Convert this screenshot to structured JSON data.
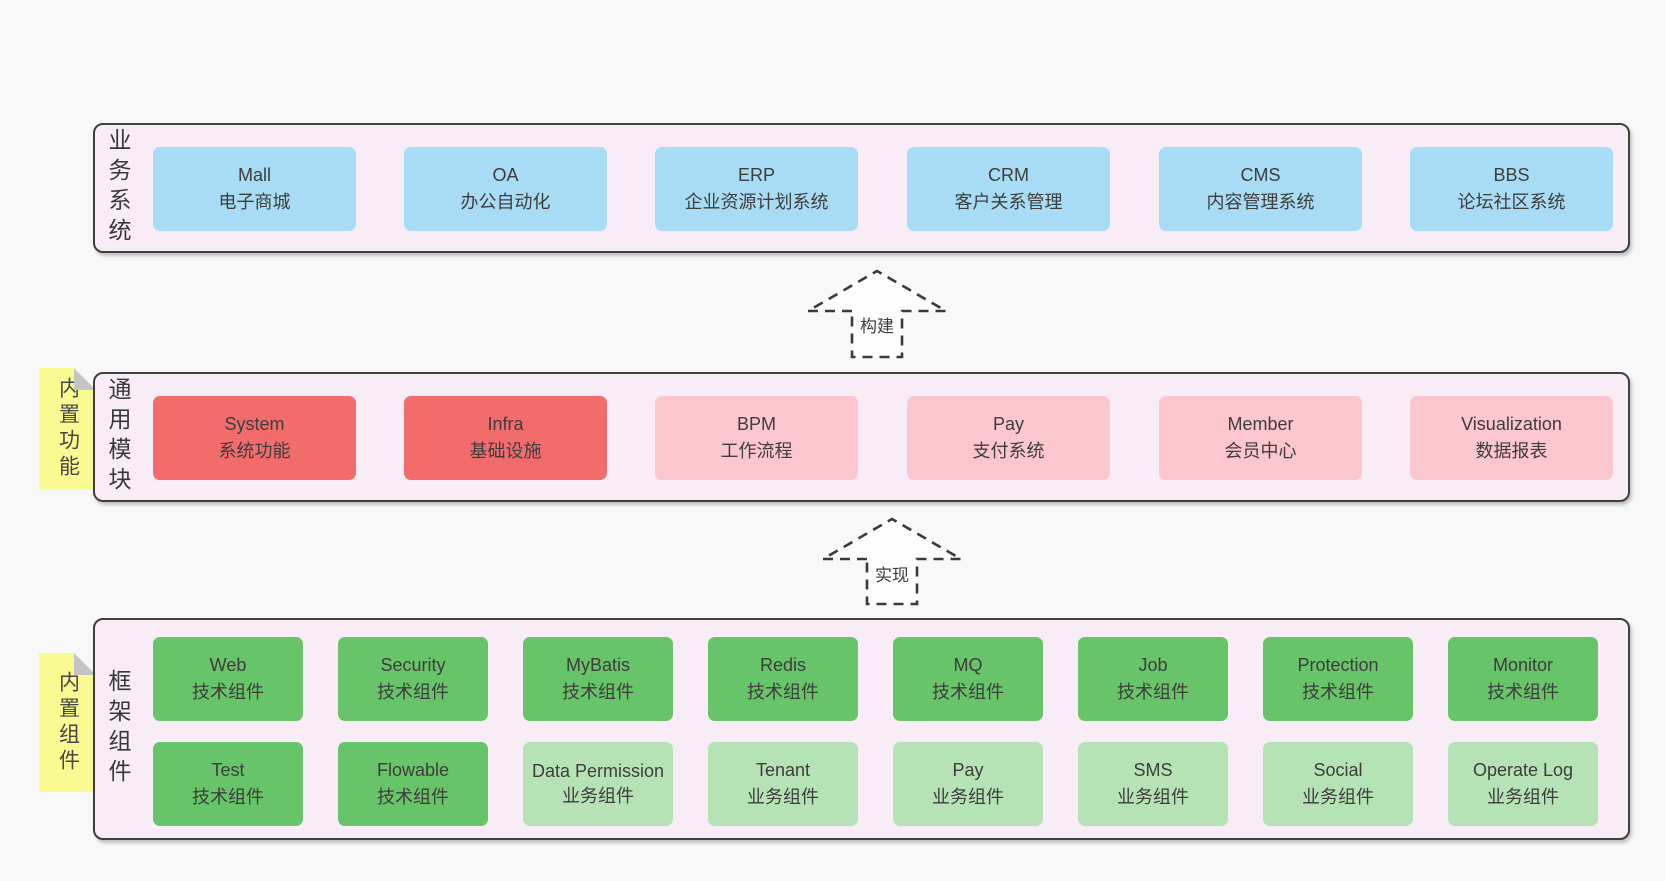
{
  "colors": {
    "page_bg": "#f8f8f8",
    "band_bg": "#f8edf7",
    "band_border": "#3f3f3f",
    "blue": "#a8dcf4",
    "red": "#f26c6c",
    "pink": "#fbc6ce",
    "green": "#68c468",
    "light_green": "#b5e3b5",
    "sticky_yellow": "#fafa92",
    "sticky_fold": "#c4c4c4",
    "text": "#3d3d3d"
  },
  "bands": [
    {
      "label": "业务系统",
      "boxes": [
        {
          "name": "Mall",
          "desc": "电子商城"
        },
        {
          "name": "OA",
          "desc": "办公自动化"
        },
        {
          "name": "ERP",
          "desc": "企业资源计划系统"
        },
        {
          "name": "CRM",
          "desc": "客户关系管理"
        },
        {
          "name": "CMS",
          "desc": "内容管理系统"
        },
        {
          "name": "BBS",
          "desc": "论坛社区系统"
        }
      ]
    },
    {
      "label": "通用模块",
      "note": "内置功能",
      "boxes": [
        {
          "name": "System",
          "desc": "系统功能"
        },
        {
          "name": "Infra",
          "desc": "基础设施"
        },
        {
          "name": "BPM",
          "desc": "工作流程"
        },
        {
          "name": "Pay",
          "desc": "支付系统"
        },
        {
          "name": "Member",
          "desc": "会员中心"
        },
        {
          "name": "Visualization",
          "desc": "数据报表"
        }
      ]
    },
    {
      "label": "框架组件",
      "note": "内置组件",
      "rows": [
        [
          {
            "name": "Web",
            "desc": "技术组件"
          },
          {
            "name": "Security",
            "desc": "技术组件"
          },
          {
            "name": "MyBatis",
            "desc": "技术组件"
          },
          {
            "name": "Redis",
            "desc": "技术组件"
          },
          {
            "name": "MQ",
            "desc": "技术组件"
          },
          {
            "name": "Job",
            "desc": "技术组件"
          },
          {
            "name": "Protection",
            "desc": "技术组件"
          },
          {
            "name": "Monitor",
            "desc": "技术组件"
          }
        ],
        [
          {
            "name": "Test",
            "desc": "技术组件"
          },
          {
            "name": "Flowable",
            "desc": "技术组件"
          },
          {
            "name": "Data Permission",
            "desc": "业务组件"
          },
          {
            "name": "Tenant",
            "desc": "业务组件"
          },
          {
            "name": "Pay",
            "desc": "业务组件"
          },
          {
            "name": "SMS",
            "desc": "业务组件"
          },
          {
            "name": "Social",
            "desc": "业务组件"
          },
          {
            "name": "Operate Log",
            "desc": "业务组件"
          }
        ]
      ]
    }
  ],
  "arrows": [
    {
      "label": "构建"
    },
    {
      "label": "实现"
    }
  ]
}
